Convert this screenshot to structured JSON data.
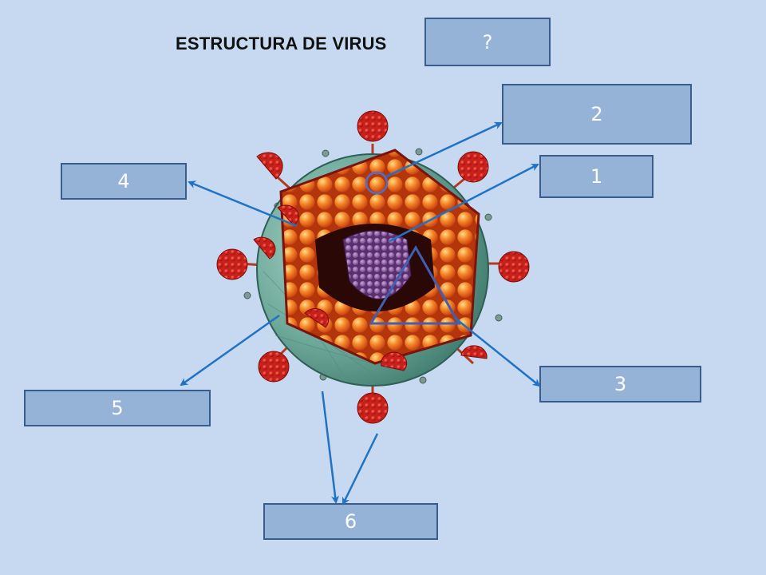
{
  "title": "ESTRUCTURA DE VIRUS",
  "labels": {
    "title_box": "?",
    "box_1": "1",
    "box_2": "2",
    "box_3": "3",
    "box_4": "4",
    "box_5": "5",
    "box_6": "6"
  },
  "colors": {
    "background": "#c6d9f1",
    "box_fill": "#95b3d7",
    "box_border": "#385d8a",
    "arrow": "#1f72c4"
  }
}
